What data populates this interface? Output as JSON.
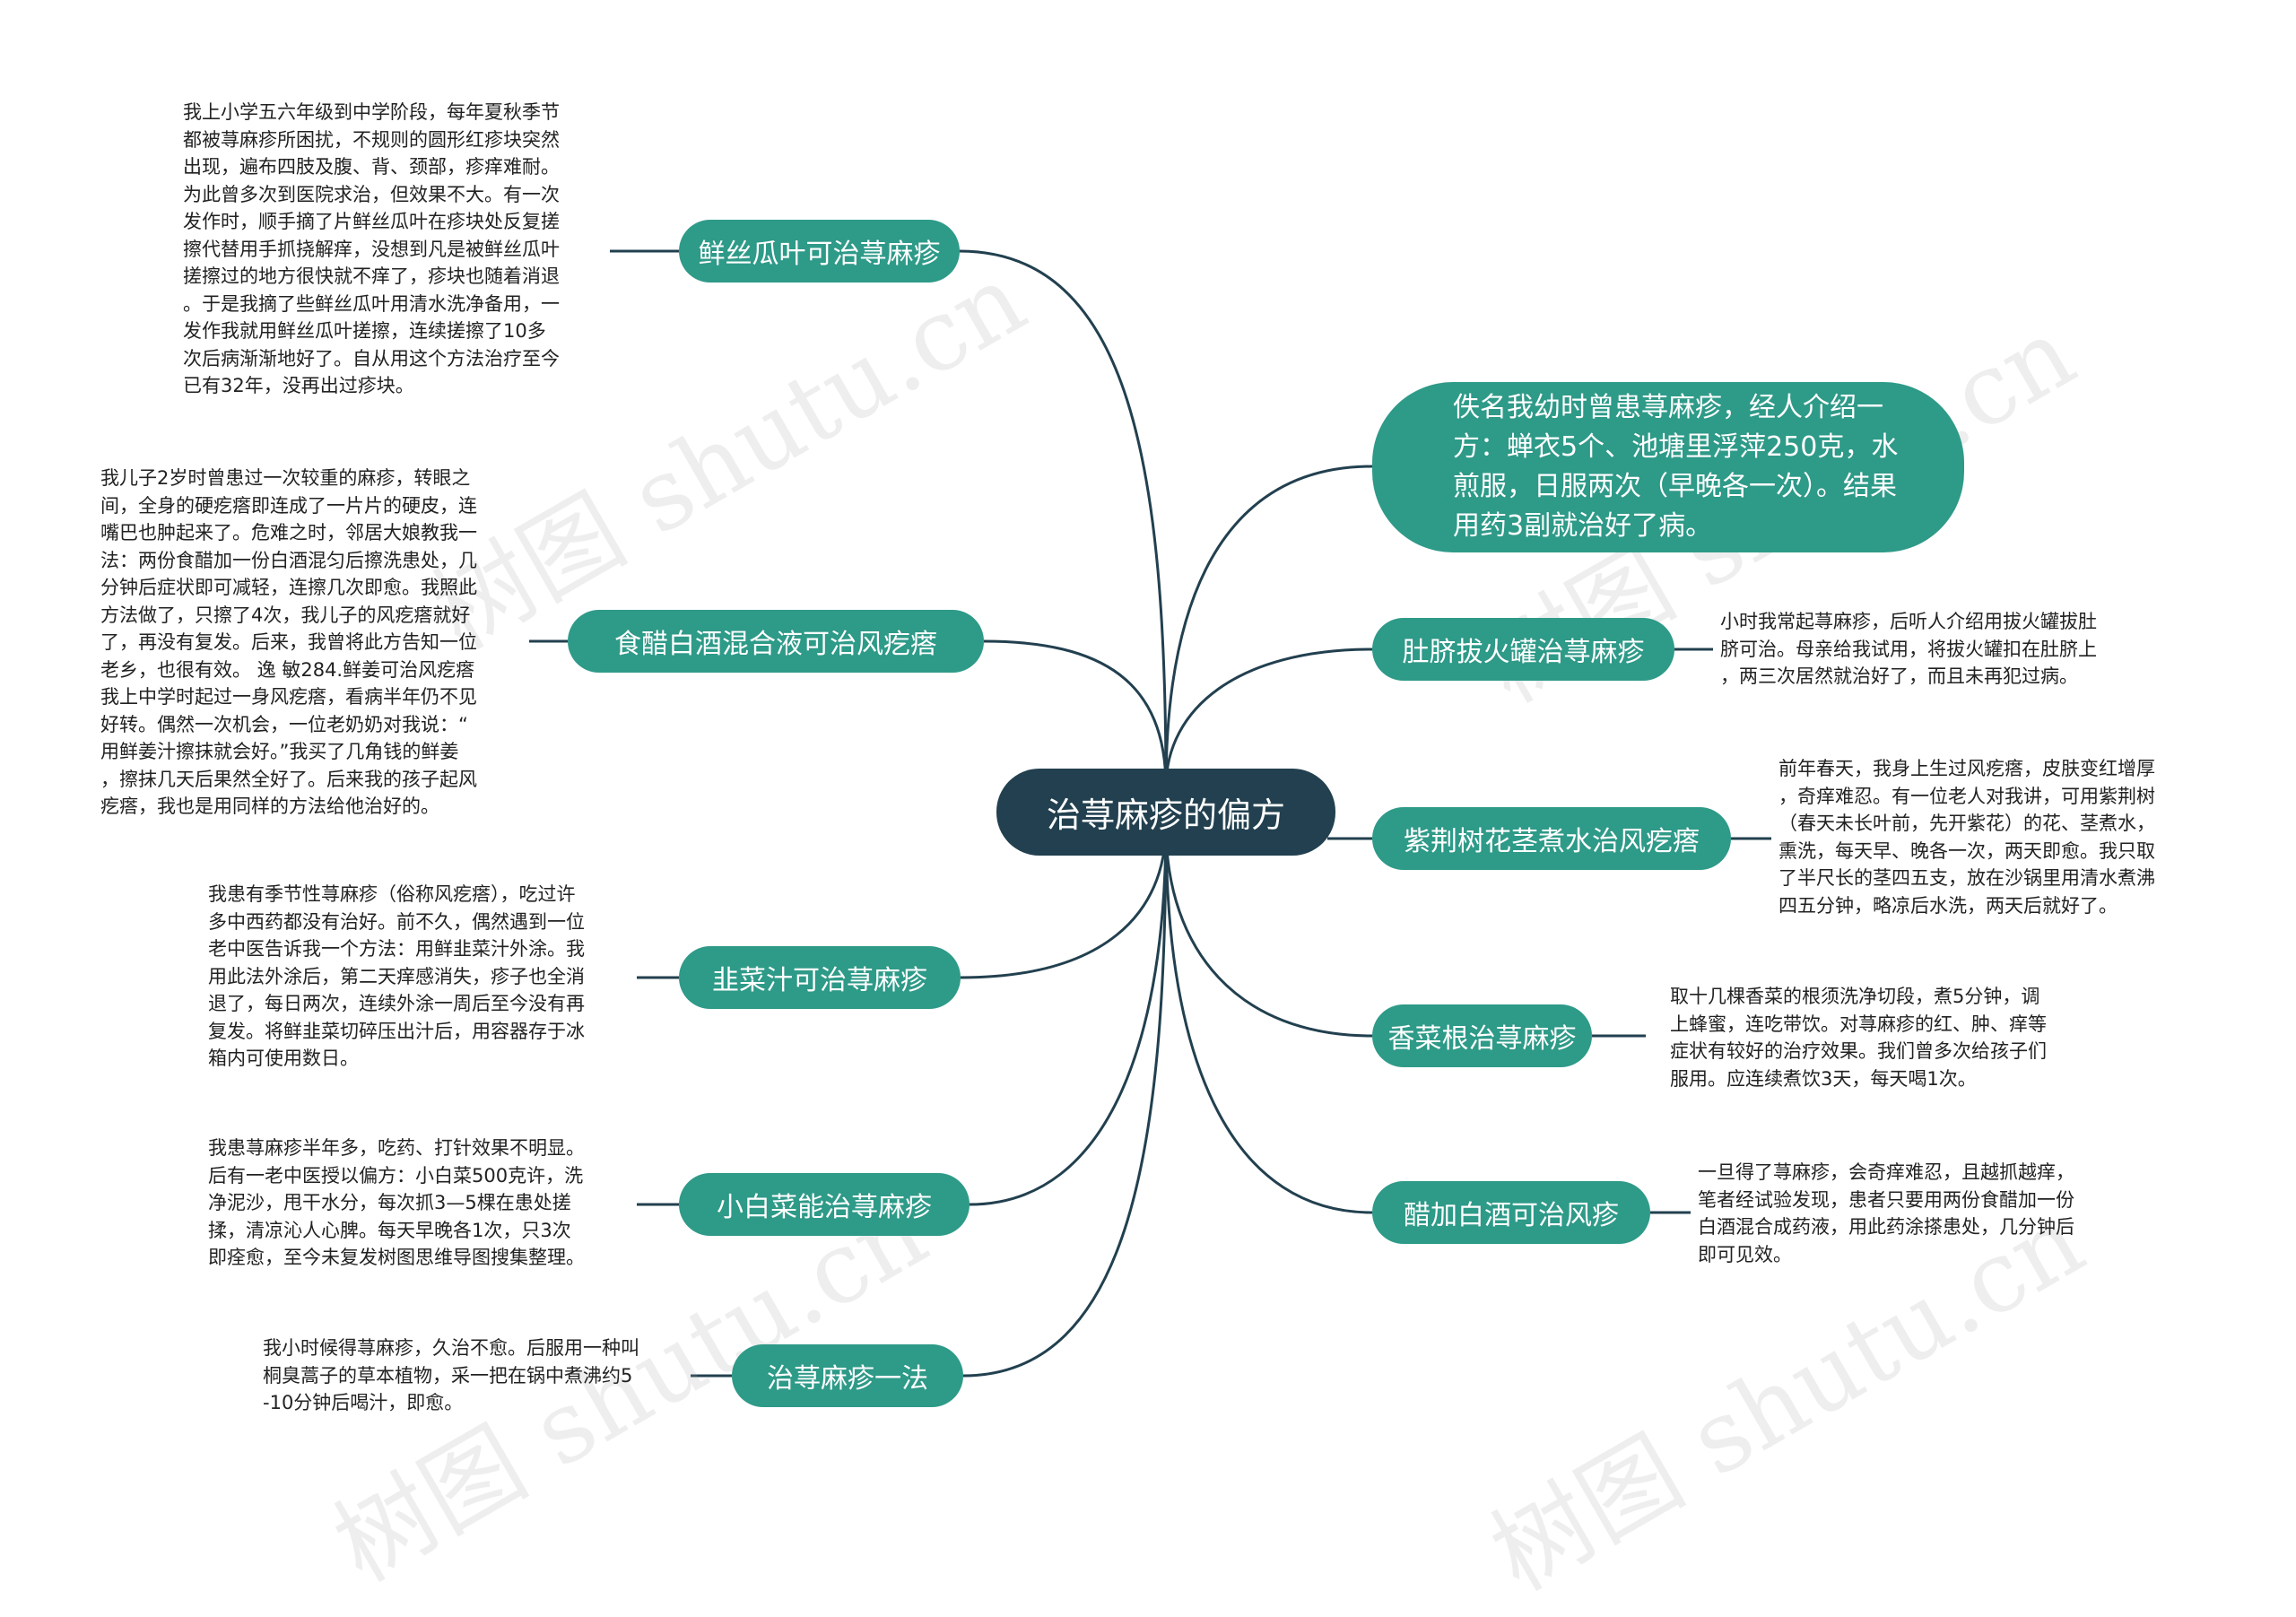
{
  "center": {
    "label": "治荨麻疹的偏方"
  },
  "branches_left": [
    {
      "label": "鲜丝瓜叶可治荨麻疹",
      "note": "我上小学五六年级到中学阶段，每年夏秋季节\n都被荨麻疹所困扰，不规则的圆形红疹块突然\n出现，遍布四肢及腹、背、颈部，疹痒难耐。\n为此曾多次到医院求治，但效果不大。有一次\n发作时，顺手摘了片鲜丝瓜叶在疹块处反复搓\n擦代替用手抓挠解痒，没想到凡是被鲜丝瓜叶\n搓擦过的地方很快就不痒了，疹块也随着消退\n。于是我摘了些鲜丝瓜叶用清水洗净备用，一\n发作我就用鲜丝瓜叶搓擦，连续搓擦了10多\n次后病渐渐地好了。自从用这个方法治疗至今\n已有32年，没再出过疹块。"
    },
    {
      "label": "食醋白酒混合液可治风疙瘩",
      "note": "我儿子2岁时曾患过一次较重的麻疹，转眼之\n间，全身的硬疙瘩即连成了一片片的硬皮，连\n嘴巴也肿起来了。危难之时，邻居大娘教我一\n法：两份食醋加一份白酒混匀后擦洗患处，几\n分钟后症状即可减轻，连擦几次即愈。我照此\n方法做了，只擦了4次，我儿子的风疙瘩就好\n了，再没有复发。后来，我曾将此方告知一位\n老乡，也很有效。 逸 敏284.鲜姜可治风疙瘩\n我上中学时起过一身风疙瘩，看病半年仍不见\n好转。偶然一次机会，一位老奶奶对我说：“\n用鲜姜汁擦抹就会好。”我买了几角钱的鲜姜\n，擦抹几天后果然全好了。后来我的孩子起风\n疙瘩，我也是用同样的方法给他治好的。"
    },
    {
      "label": "韭菜汁可治荨麻疹",
      "note": "我患有季节性荨麻疹（俗称风疙瘩），吃过许\n多中西药都没有治好。前不久，偶然遇到一位\n老中医告诉我一个方法：用鲜韭菜汁外涂。我\n用此法外涂后，第二天痒感消失，疹子也全消\n退了，每日两次，连续外涂一周后至今没有再\n复发。将鲜韭菜切碎压出汁后，用容器存于冰\n箱内可使用数日。"
    },
    {
      "label": "小白菜能治荨麻疹",
      "note": "我患荨麻疹半年多，吃药、打针效果不明显。\n后有一老中医授以偏方：小白菜500克许，洗\n净泥沙，甩干水分，每次抓3—5棵在患处搓\n揉，清凉沁人心脾。每天早晚各1次，只3次\n即痊愈，至今未复发树图思维导图搜集整理。"
    },
    {
      "label": "治荨麻疹一法",
      "note": "我小时候得荨麻疹，久治不愈。后服用一种叫\n桐臭蒿子的草本植物，采一把在锅中煮沸约5\n-10分钟后喝汁，即愈。"
    }
  ],
  "branches_right": [
    {
      "label": "佚名我幼时曾患荨麻疹，经人介绍一方：蝉衣5个、池塘里浮萍250克，水煎服，日服两次（早晚各一次）。结果用药3副就治好了病。",
      "note": ""
    },
    {
      "label": "肚脐拔火罐治荨麻疹",
      "note": "小时我常起荨麻疹，后听人介绍用拔火罐拔肚\n脐可治。母亲给我试用，将拔火罐扣在肚脐上\n，两三次居然就治好了，而且未再犯过病。"
    },
    {
      "label": "紫荆树花茎煮水治风疙瘩",
      "note": "前年春天，我身上生过风疙瘩，皮肤变红增厚\n，奇痒难忍。有一位老人对我讲，可用紫荆树\n（春天未长叶前，先开紫花）的花、茎煮水，\n熏洗，每天早、晚各一次，两天即愈。我只取\n了半尺长的茎四五支，放在沙锅里用清水煮沸\n四五分钟，略凉后水洗，两天后就好了。"
    },
    {
      "label": "香菜根治荨麻疹",
      "note": "取十几棵香菜的根须洗净切段，煮5分钟，调\n上蜂蜜，连吃带饮。对荨麻疹的红、肿、痒等\n症状有较好的治疗效果。我们曾多次给孩子们\n服用。应连续煮饮3天，每天喝1次。"
    },
    {
      "label": "醋加白酒可治风疹",
      "note": "一旦得了荨麻疹，会奇痒难忍，且越抓越痒，\n笔者经试验发现，患者只要用两份食醋加一份\n白酒混合成药液，用此药涂搽患处，几分钟后\n即可见效。"
    }
  ],
  "watermark": "树图 shutu.cn",
  "colors": {
    "center_fill": "#22404f",
    "branch_fill": "#2e9a88",
    "connector": "#22404f",
    "note_text": "#222222"
  }
}
